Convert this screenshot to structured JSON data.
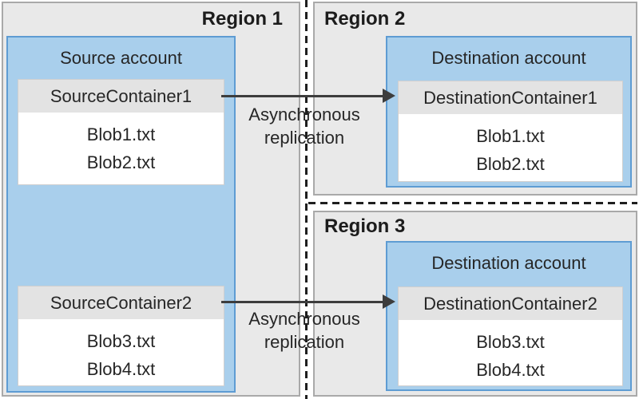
{
  "regions": [
    {
      "label": "Region 1"
    },
    {
      "label": "Region 2"
    },
    {
      "label": "Region 3"
    }
  ],
  "source_account": {
    "title": "Source account",
    "containers": [
      {
        "name": "SourceContainer1",
        "blobs": [
          "Blob1.txt",
          "Blob2.txt"
        ]
      },
      {
        "name": "SourceContainer2",
        "blobs": [
          "Blob3.txt",
          "Blob4.txt"
        ]
      }
    ]
  },
  "destination_accounts": [
    {
      "title": "Destination account",
      "container": {
        "name": "DestinationContainer1",
        "blobs": [
          "Blob1.txt",
          "Blob2.txt"
        ]
      }
    },
    {
      "title": "Destination account",
      "container": {
        "name": "DestinationContainer2",
        "blobs": [
          "Blob3.txt",
          "Blob4.txt"
        ]
      }
    }
  ],
  "arrows": [
    {
      "label": [
        "Asynchronous",
        "replication"
      ]
    },
    {
      "label": [
        "Asynchronous",
        "replication"
      ]
    }
  ],
  "colors": {
    "panel_fill": "#e9e9e9",
    "panel_border": "#a9a9a9",
    "account_fill": "#a9cfec",
    "account_border": "#5e9cd3",
    "container_header_fill": "#e3e3e3",
    "container_body_fill": "#ffffff",
    "arrow_color": "#3d3d3d",
    "dash_color": "#1e1e1e"
  }
}
